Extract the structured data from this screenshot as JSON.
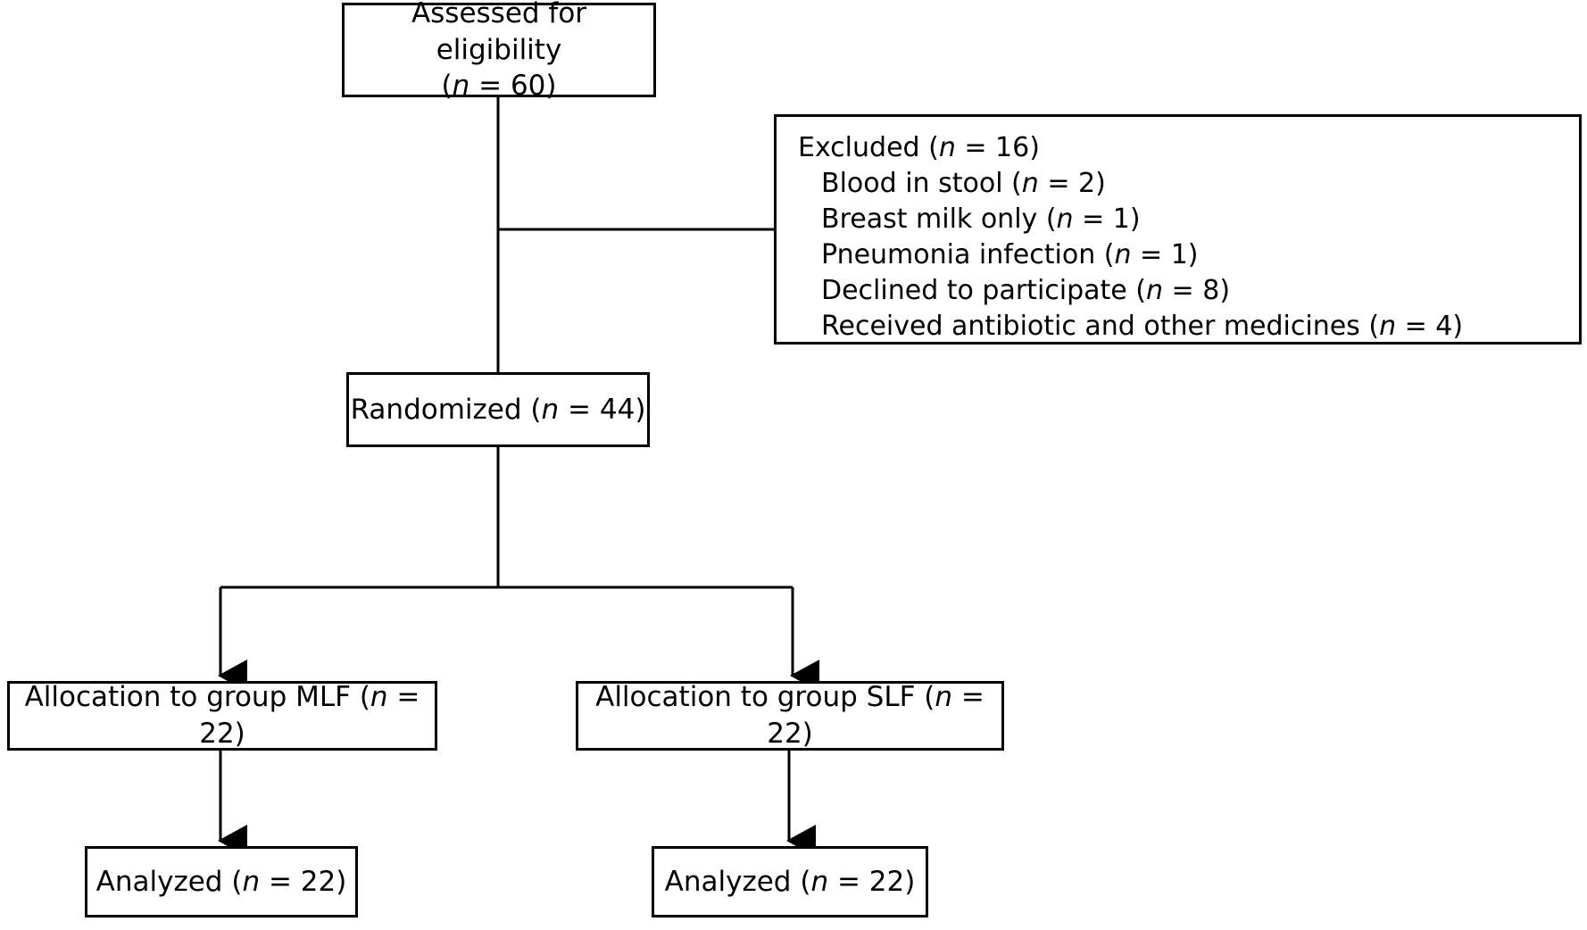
{
  "diagram": {
    "type": "consort-flow-diagram",
    "colors": {
      "stroke": "#000000",
      "background": "#ffffff",
      "text": "#000000"
    },
    "nodes": {
      "eligibility": {
        "line1": "Assessed for eligibility",
        "line2": "(n = 60)",
        "n_value": 60
      },
      "excluded": {
        "header": "Excluded (n = 16)",
        "header_n": 16,
        "reasons": [
          {
            "label": "Blood in stool (n = 2)",
            "n": 2
          },
          {
            "label": "Breast milk only (n = 1)",
            "n": 1
          },
          {
            "label": "Pneumonia infection (n = 1)",
            "n": 1
          },
          {
            "label": "Declined to participate (n = 8)",
            "n": 8
          },
          {
            "label": "Received antibiotic and other medicines (n = 4)",
            "n": 4
          }
        ]
      },
      "randomized": {
        "label": "Randomized (n = 44)",
        "n_value": 44
      },
      "allocation_mlf": {
        "label": "Allocation to group MLF (n = 22)",
        "group": "MLF",
        "n_value": 22
      },
      "allocation_slf": {
        "label": "Allocation to group SLF (n = 22)",
        "group": "SLF",
        "n_value": 22
      },
      "analyzed_mlf": {
        "label": "Analyzed (n = 22)",
        "n_value": 22
      },
      "analyzed_slf": {
        "label": "Analyzed (n = 22)",
        "n_value": 22
      }
    }
  }
}
